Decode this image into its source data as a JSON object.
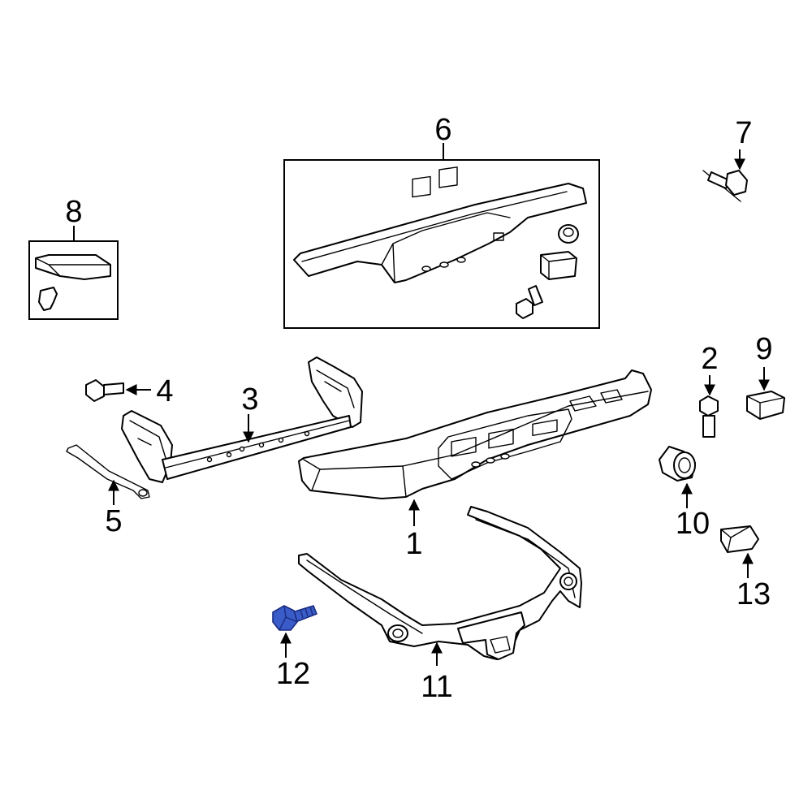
{
  "callouts": {
    "c1": "1",
    "c2": "2",
    "c3": "3",
    "c4": "4",
    "c5": "5",
    "c6": "6",
    "c7": "7",
    "c8": "8",
    "c9": "9",
    "c10": "10",
    "c11": "11",
    "c12": "12",
    "c13": "13"
  },
  "colors": {
    "highlighted_part": "#3a5cc8",
    "line_art": "#000000",
    "background": "#ffffff"
  },
  "highlighted_part": "12"
}
